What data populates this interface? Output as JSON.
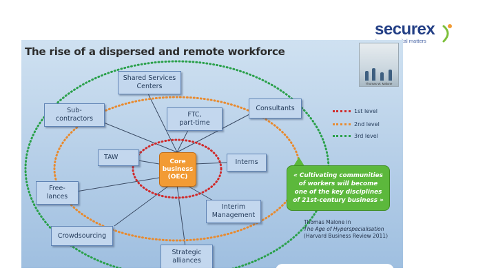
{
  "logo": {
    "brand": "securex",
    "tagline": "human capital matters"
  },
  "slide": {
    "title": "The rise of a dispersed and remote workforce",
    "core": "Core\nbusiness\n(OEC)",
    "nodes": {
      "shared_services": "Shared Services\nCenters",
      "subcontractors": "Sub-\ncontractors",
      "ftc": "FTC,\npart-time",
      "consultants": "Consultants",
      "taw": "TAW",
      "interns": "Interns",
      "freelances": "Free-\nlances",
      "interim": "Interim\nManagement",
      "crowdsourcing": "Crowdsourcing",
      "strategic": "Strategic\nalliances"
    },
    "legend": [
      {
        "label": "1st level",
        "color": "#d02a2a"
      },
      {
        "label": "2nd level",
        "color": "#e88a2e"
      },
      {
        "label": "3rd level",
        "color": "#2aa04a"
      }
    ],
    "quote": "« Cultivating communities\nof workers will become\none of the key disciplines\nof 21st-century business »",
    "citation": {
      "author": "Thomas Malone in",
      "work": "The Age of Hyperspecialisation",
      "source": "(Harvard Business Review 2011)"
    },
    "book_caption": "Thomas W. Malone"
  }
}
